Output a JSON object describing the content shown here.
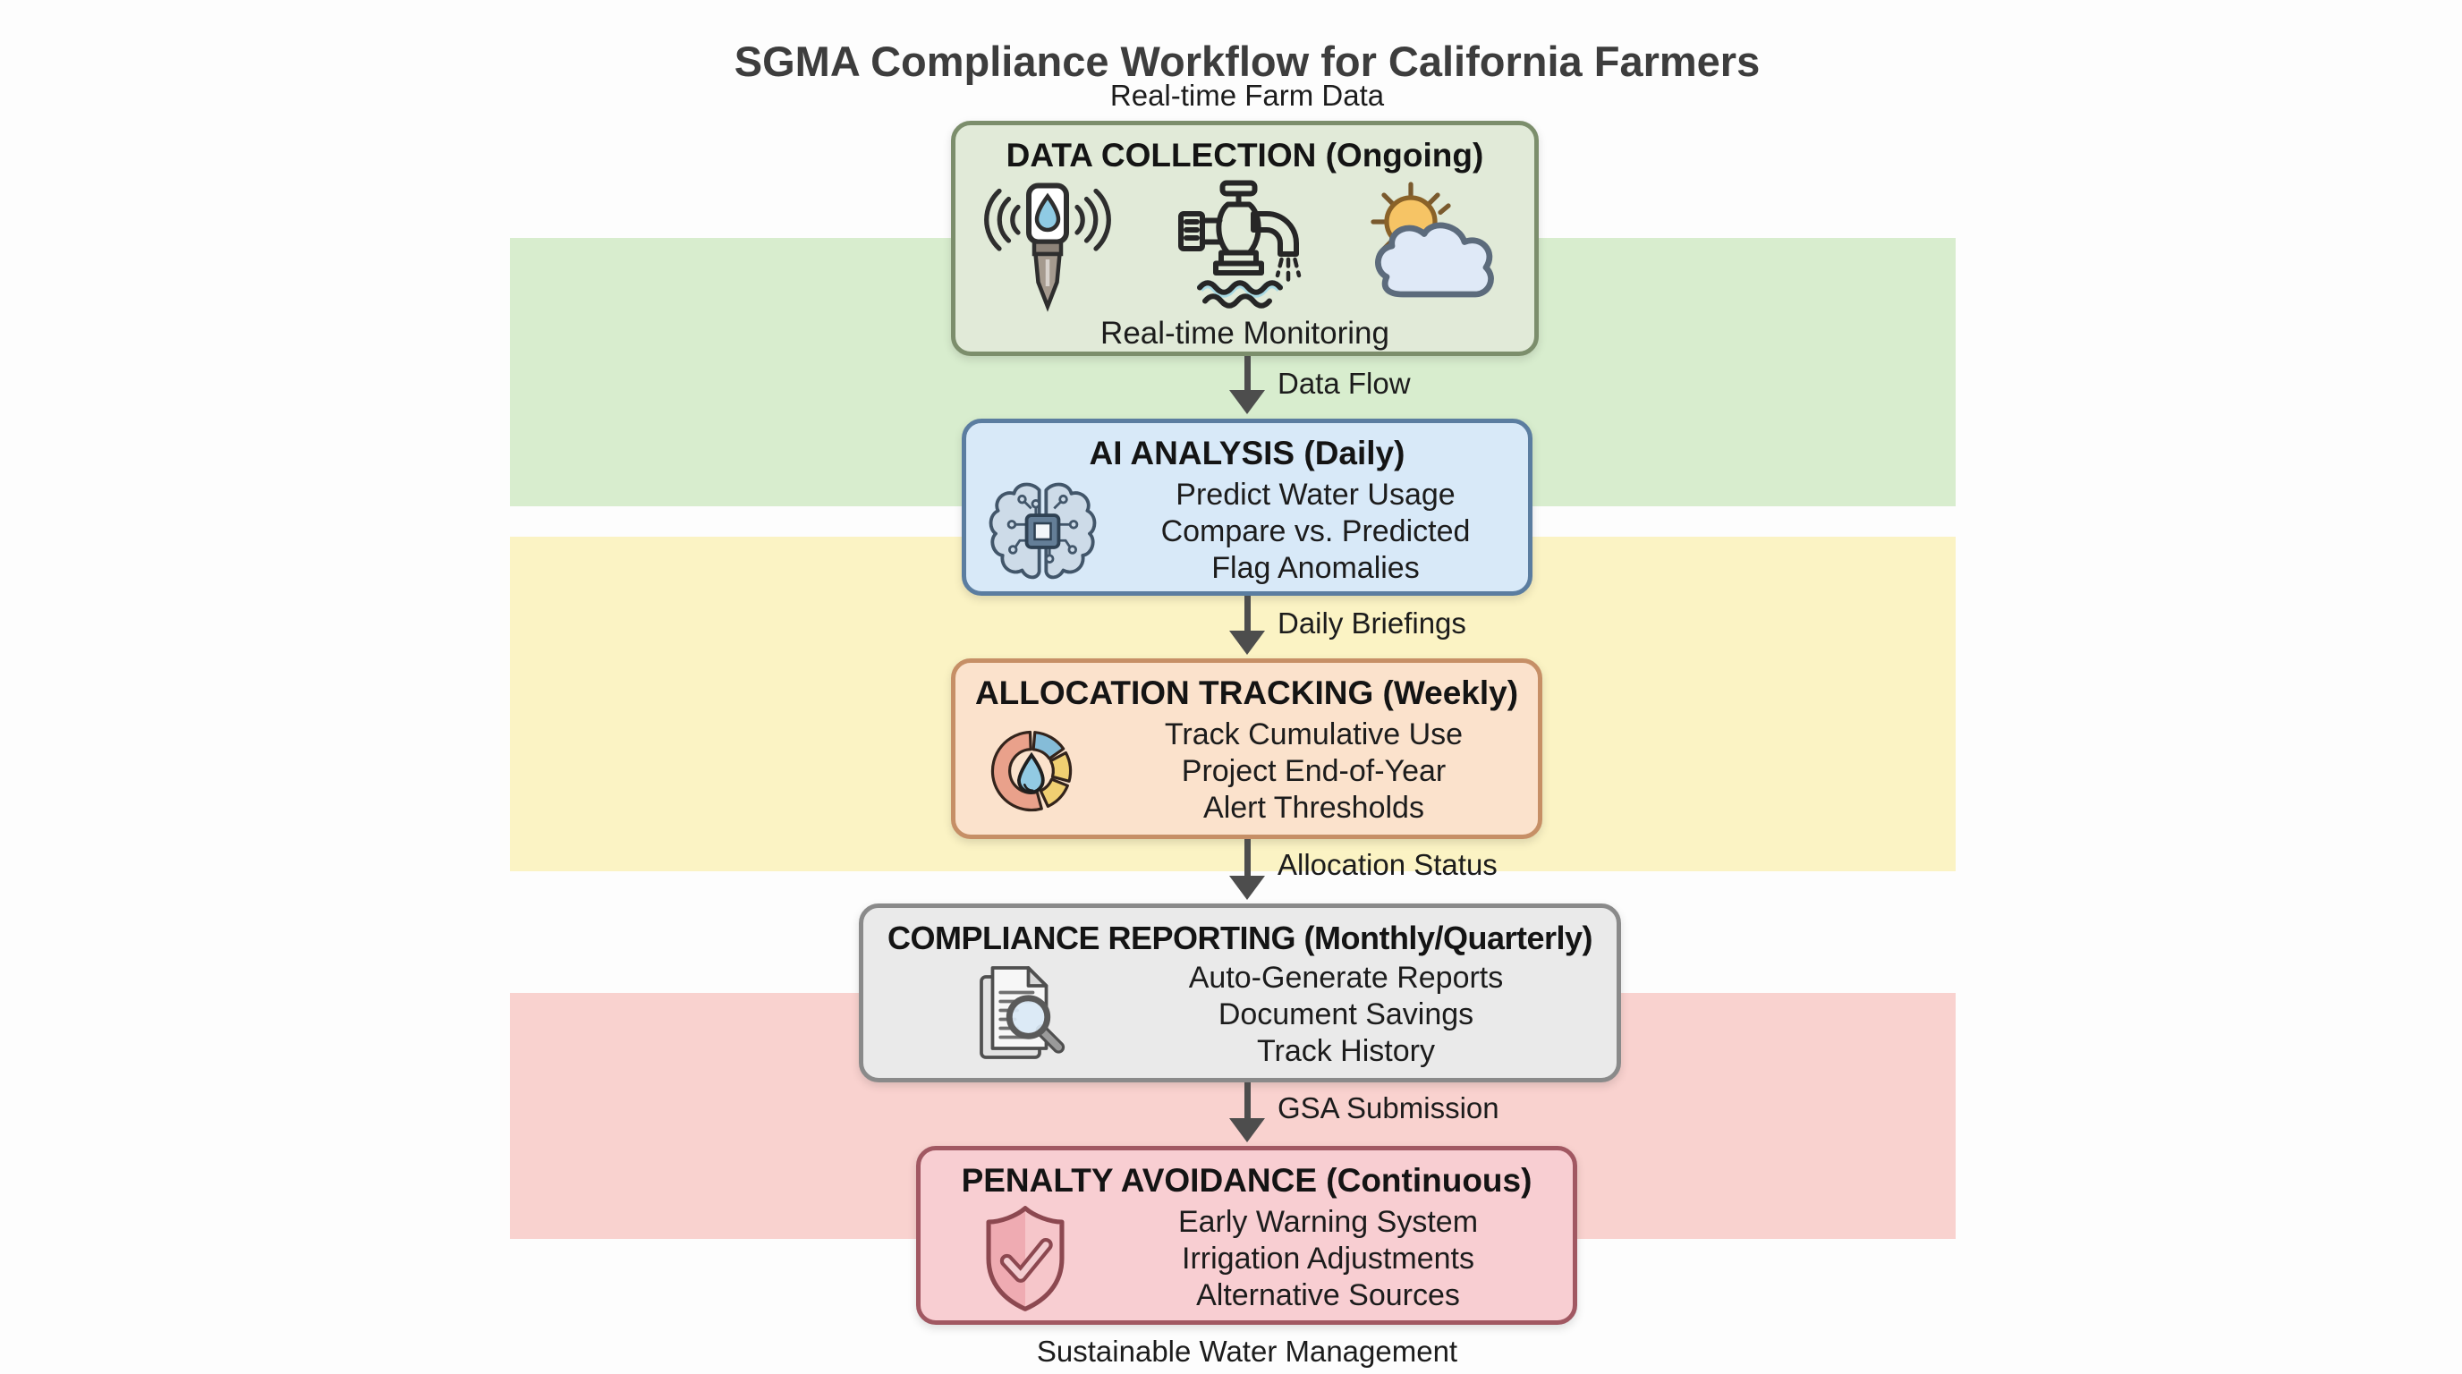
{
  "title": "SGMA Compliance Workflow for California Farmers",
  "top_label": "Real-time Farm Data",
  "bottom_label": "Sustainable Water Management",
  "stages": [
    {
      "title": "DATA COLLECTION (Ongoing)",
      "caption": "Real-time Monitoring",
      "icons": [
        "soil-moisture-sensor-icon",
        "water-pump-icon",
        "sun-cloud-weather-icon"
      ],
      "fill": "#e1ead8",
      "border": "#7c8e6c",
      "arrow_label": "Data Flow"
    },
    {
      "title": "AI ANALYSIS (Daily)",
      "icon": "ai-brain-chip-icon",
      "lines": [
        "Predict Water Usage",
        "Compare vs. Predicted",
        "Flag Anomalies"
      ],
      "fill": "#d8e9f8",
      "border": "#5b7da0",
      "arrow_label": "Daily Briefings"
    },
    {
      "title": "ALLOCATION TRACKING (Weekly)",
      "icon": "donut-chart-water-icon",
      "lines": [
        "Track Cumulative Use",
        "Project End-of-Year",
        "Alert Thresholds"
      ],
      "fill": "#fbe2cc",
      "border": "#c68f66",
      "arrow_label": "Allocation Status"
    },
    {
      "title": "COMPLIANCE REPORTING (Monthly/Quarterly)",
      "icon": "report-magnifier-icon",
      "lines": [
        "Auto-Generate Reports",
        "Document Savings",
        "Track History"
      ],
      "fill": "#eaeaea",
      "border": "#8a8a8a",
      "arrow_label": "GSA Submission"
    },
    {
      "title": "PENALTY AVOIDANCE (Continuous)",
      "icon": "shield-check-icon",
      "lines": [
        "Early Warning System",
        "Irrigation Adjustments",
        "Alternative Sources"
      ],
      "fill": "#f8ced2",
      "border": "#a15862",
      "arrow_label": ""
    }
  ],
  "colors": {
    "arrow": "#4d4d4d",
    "title_text": "#3d3d3d",
    "body_text": "#1c1c1c",
    "bands": {
      "green": "#d8edce",
      "yellow": "#fbf3c4",
      "pink": "#f9d2cf"
    }
  }
}
